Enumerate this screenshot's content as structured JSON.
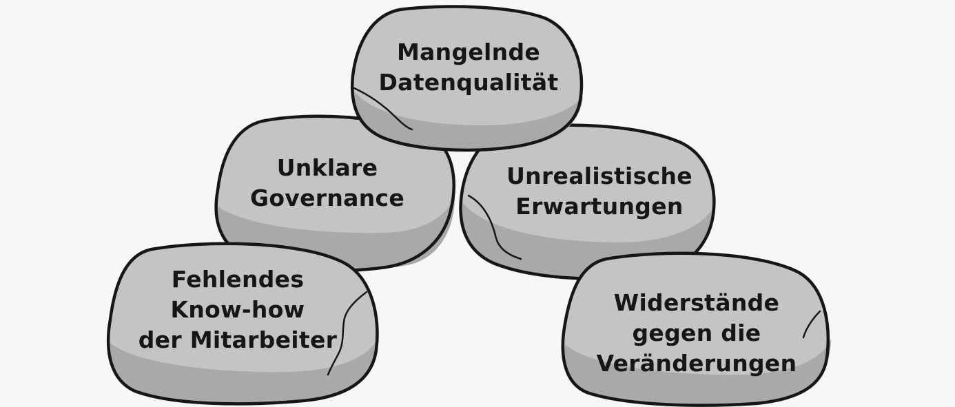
{
  "colors": {
    "background": "#f7f7f5",
    "rock_fill": "#c4c4c2",
    "rock_shadow": "#a9a9a7",
    "rock_outline": "#161616"
  },
  "rocks": [
    {
      "id": "datenqualitaet",
      "lines": [
        "Mangelnde",
        "Datenqualität"
      ]
    },
    {
      "id": "governance",
      "lines": [
        "Unklare",
        "Governance"
      ]
    },
    {
      "id": "erwartungen",
      "lines": [
        "Unrealistische",
        "Erwartungen"
      ]
    },
    {
      "id": "know-how",
      "lines": [
        "Fehlendes",
        "Know-how",
        "der Mitarbeiter"
      ]
    },
    {
      "id": "widerstaende",
      "lines": [
        "Widerstände",
        "gegen die",
        "Veränderungen"
      ]
    }
  ]
}
